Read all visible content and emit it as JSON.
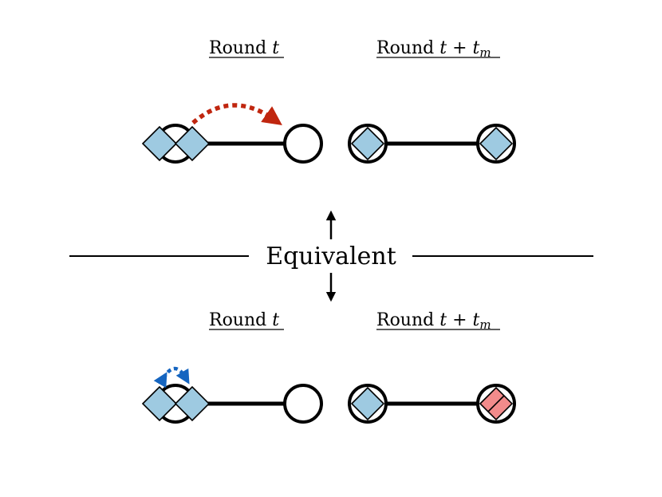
{
  "top": {
    "label_left": {
      "text": "Round ",
      "var": "t"
    },
    "label_right": {
      "text": "Round ",
      "var": "t",
      "op": " + ",
      "var2": "t",
      "sub": "m"
    }
  },
  "center": {
    "label": "Equivalent"
  },
  "bottom": {
    "label_left": {
      "text": "Round ",
      "var": "t"
    },
    "label_right": {
      "text": "Round ",
      "var": "t",
      "op": " + ",
      "var2": "t",
      "sub": "m"
    }
  },
  "colors": {
    "blue_diamond": "#9ecae1",
    "red_diamond": "#f28b8b",
    "red_arrow": "#c0260f",
    "blue_arrow": "#1565c0",
    "line": "#000000",
    "circle_fill": "#ffffff"
  }
}
